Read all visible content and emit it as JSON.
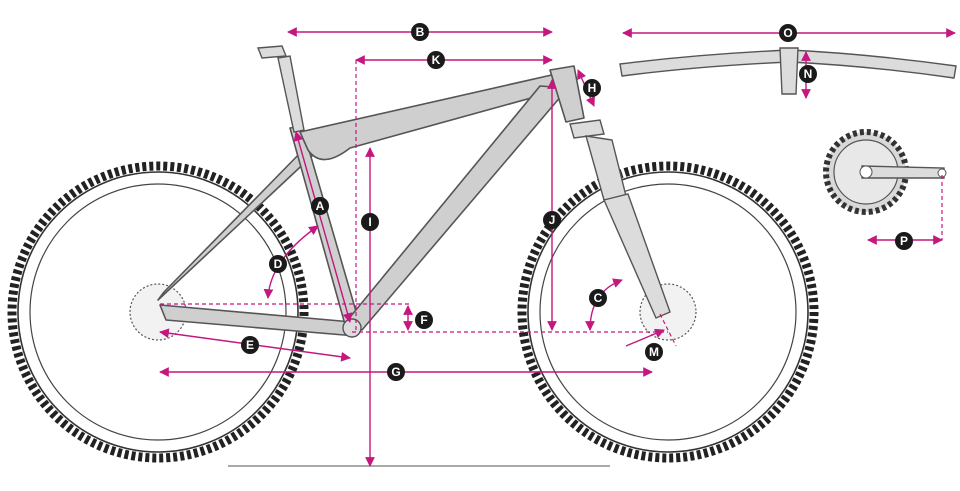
{
  "diagram": {
    "accent_color": "#c4177f",
    "frame_color": "#cfcfcf",
    "labels": {
      "A": "A",
      "B": "B",
      "C": "C",
      "D": "D",
      "E": "E",
      "F": "F",
      "G": "G",
      "H": "H",
      "I": "I",
      "J": "J",
      "K": "K",
      "M": "M",
      "N": "N",
      "O": "O",
      "P": "P"
    }
  }
}
